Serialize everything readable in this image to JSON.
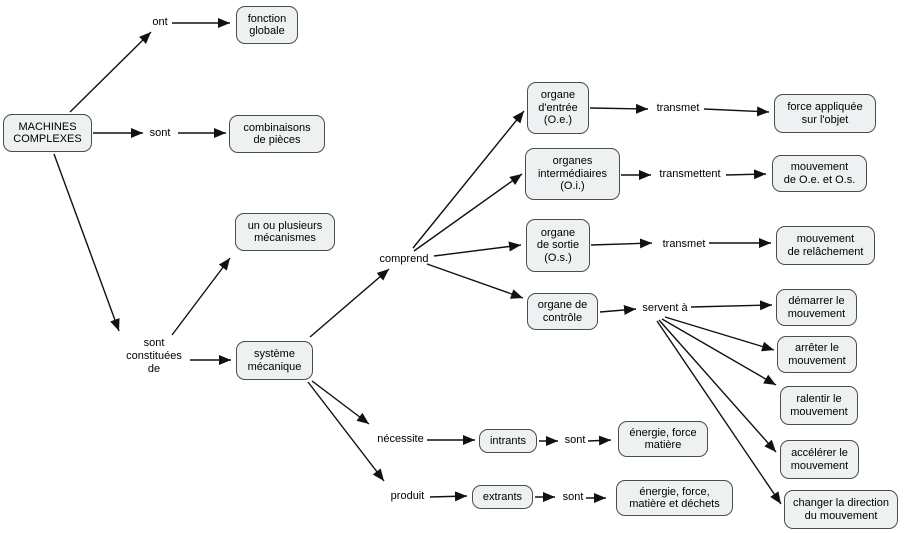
{
  "diagram": {
    "colors": {
      "node_fill": "#edf1f2",
      "node_border": "#4c4c4c",
      "arrow": "#111111",
      "background": "#ffffff"
    },
    "nodes": {
      "machines_complexes": "MACHINES\nCOMPLEXES",
      "fonction_globale": "fonction\nglobale",
      "combinaisons_pieces": "combinaisons\nde pièces",
      "un_ou_plusieurs_mecanismes": "un ou plusieurs\nmécanismes",
      "systeme_mecanique": "système\nmécanique",
      "organe_entree": "organe\nd'entrée\n(O.e.)",
      "organes_intermediaires": "organes\nintermédiaires\n(O.i.)",
      "organe_sortie": "organe\nde sortie\n(O.s.)",
      "organe_controle": "organe de\ncontrôle",
      "force_appliquee": "force appliquée\nsur l'objet",
      "mouvement_oe_os": "mouvement\nde O.e. et O.s.",
      "mouvement_relachement": "mouvement\nde relâchement",
      "demarrer_mouvement": "démarrer le\nmouvement",
      "arreter_mouvement": "arrêter le\nmouvement",
      "ralentir_mouvement": "ralentir le\nmouvement",
      "accelerer_mouvement": "accélérer le\nmouvement",
      "changer_direction": "changer la direction\ndu mouvement",
      "intrants": "intrants",
      "extrants": "extrants",
      "energie_force_matiere": "énergie, force\nmatière",
      "energie_matiere_dechets": "énergie, force,\nmatière et déchets"
    },
    "labels": {
      "ont": "ont",
      "sont1": "sont",
      "sont_constituees_de": "sont\nconstituées\nde",
      "comprend": "comprend",
      "transmet1": "transmet",
      "transmettent": "transmettent",
      "transmet2": "transmet",
      "servent_a": "servent à",
      "necessite": "nécessite",
      "produit": "produit",
      "sont2": "sont",
      "sont3": "sont"
    },
    "edges": [
      {
        "from": "MACHINES COMPLEXES",
        "label": "ont",
        "to": "fonction globale"
      },
      {
        "from": "MACHINES COMPLEXES",
        "label": "sont",
        "to": "combinaisons de pièces"
      },
      {
        "from": "MACHINES COMPLEXES",
        "label": "sont constituées de",
        "to": "un ou plusieurs mécanismes"
      },
      {
        "from": "MACHINES COMPLEXES",
        "label": "sont constituées de",
        "to": "système mécanique"
      },
      {
        "from": "système mécanique",
        "label": "comprend",
        "to": "organe d'entrée (O.e.)"
      },
      {
        "from": "système mécanique",
        "label": "comprend",
        "to": "organes intermédiaires (O.i.)"
      },
      {
        "from": "système mécanique",
        "label": "comprend",
        "to": "organe de sortie (O.s.)"
      },
      {
        "from": "système mécanique",
        "label": "comprend",
        "to": "organe de contrôle"
      },
      {
        "from": "organe d'entrée (O.e.)",
        "label": "transmet",
        "to": "force appliquée sur l'objet"
      },
      {
        "from": "organes intermédiaires (O.i.)",
        "label": "transmettent",
        "to": "mouvement de O.e. et O.s."
      },
      {
        "from": "organe de sortie (O.s.)",
        "label": "transmet",
        "to": "mouvement de relâchement"
      },
      {
        "from": "organe de contrôle",
        "label": "servent à",
        "to": "démarrer le mouvement"
      },
      {
        "from": "organe de contrôle",
        "label": "servent à",
        "to": "arrêter le mouvement"
      },
      {
        "from": "organe de contrôle",
        "label": "servent à",
        "to": "ralentir le mouvement"
      },
      {
        "from": "organe de contrôle",
        "label": "servent à",
        "to": "accélérer le mouvement"
      },
      {
        "from": "organe de contrôle",
        "label": "servent à",
        "to": "changer la direction du mouvement"
      },
      {
        "from": "système mécanique",
        "label": "nécessite",
        "to": "intrants"
      },
      {
        "from": "intrants",
        "label": "sont",
        "to": "énergie, force matière"
      },
      {
        "from": "système mécanique",
        "label": "produit",
        "to": "extrants"
      },
      {
        "from": "extrants",
        "label": "sont",
        "to": "énergie, force, matière et déchets"
      }
    ]
  }
}
